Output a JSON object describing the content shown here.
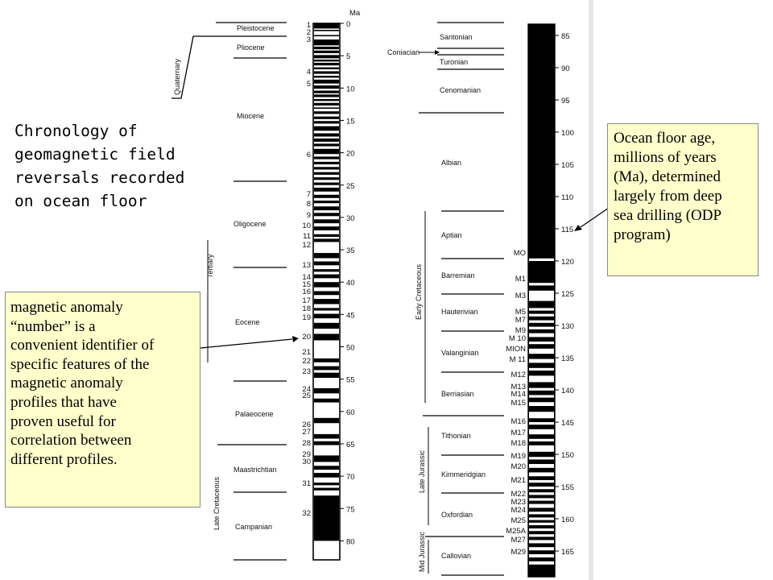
{
  "title_lines": [
    "Chronology of",
    "geomagnetic field",
    "reversals recorded",
    "on ocean floor"
  ],
  "left_box_lines": [
    "magnetic anomaly",
    "“number” is a",
    "convenient identifier of",
    "specific features of the",
    "magnetic anomaly",
    "profiles that have",
    "proven useful for",
    "correlation between",
    "different profiles."
  ],
  "right_box_lines": [
    "Ocean floor age,",
    "millions of years",
    "(Ma), determined",
    "largely from deep",
    "sea drilling (ODP",
    "program)"
  ],
  "left_column": {
    "unit_label": "Ma",
    "age_ticks": [
      0,
      5,
      10,
      15,
      20,
      25,
      30,
      35,
      40,
      45,
      50,
      55,
      60,
      65,
      70,
      75,
      80
    ],
    "epochs": [
      "Pleistocene",
      "Pliocene",
      "Miocene",
      "Oligocene",
      "Eocene",
      "Palaeocene",
      "Maastrichtian",
      "Campanian"
    ],
    "periods": [
      "Quaternary",
      "Tertiary",
      "Late Cretaceous"
    ],
    "anomalies": [
      "1",
      "2",
      "3",
      "4",
      "5",
      "6",
      "7",
      "8",
      "9",
      "10",
      "11",
      "12",
      "13",
      "14",
      "15",
      "16",
      "17",
      "18",
      "19",
      "20",
      "21",
      "22",
      "23",
      "24",
      "25",
      "26",
      "27",
      "28",
      "29",
      "30",
      "31",
      "32"
    ]
  },
  "right_column": {
    "age_ticks": [
      85,
      90,
      95,
      100,
      105,
      110,
      115,
      120,
      125,
      130,
      135,
      140,
      145,
      150,
      155,
      160,
      165
    ],
    "stages": [
      "Santonian",
      "Coniacian",
      "Turonian",
      "Cenomanian",
      "Albian",
      "Aptian",
      "Barremian",
      "Hauterivian",
      "Valanginian",
      "Berriasian",
      "Tithonian",
      "Kimmeridgian",
      "Oxfordian",
      "Callovian"
    ],
    "periods": [
      "Early Cretaceous",
      "Late Jurassic",
      "Mid Jurassic"
    ],
    "anomalies": [
      "MO",
      "M1",
      "M3",
      "M5",
      "M7",
      "M9",
      "M 10",
      "MION",
      "M 11",
      "M12",
      "M13",
      "M14",
      "M15",
      "M16",
      "M17",
      "M18",
      "M19",
      "M20",
      "M21",
      "M22",
      "M23",
      "M24",
      "M25",
      "M25A",
      "M27",
      "M29"
    ]
  }
}
